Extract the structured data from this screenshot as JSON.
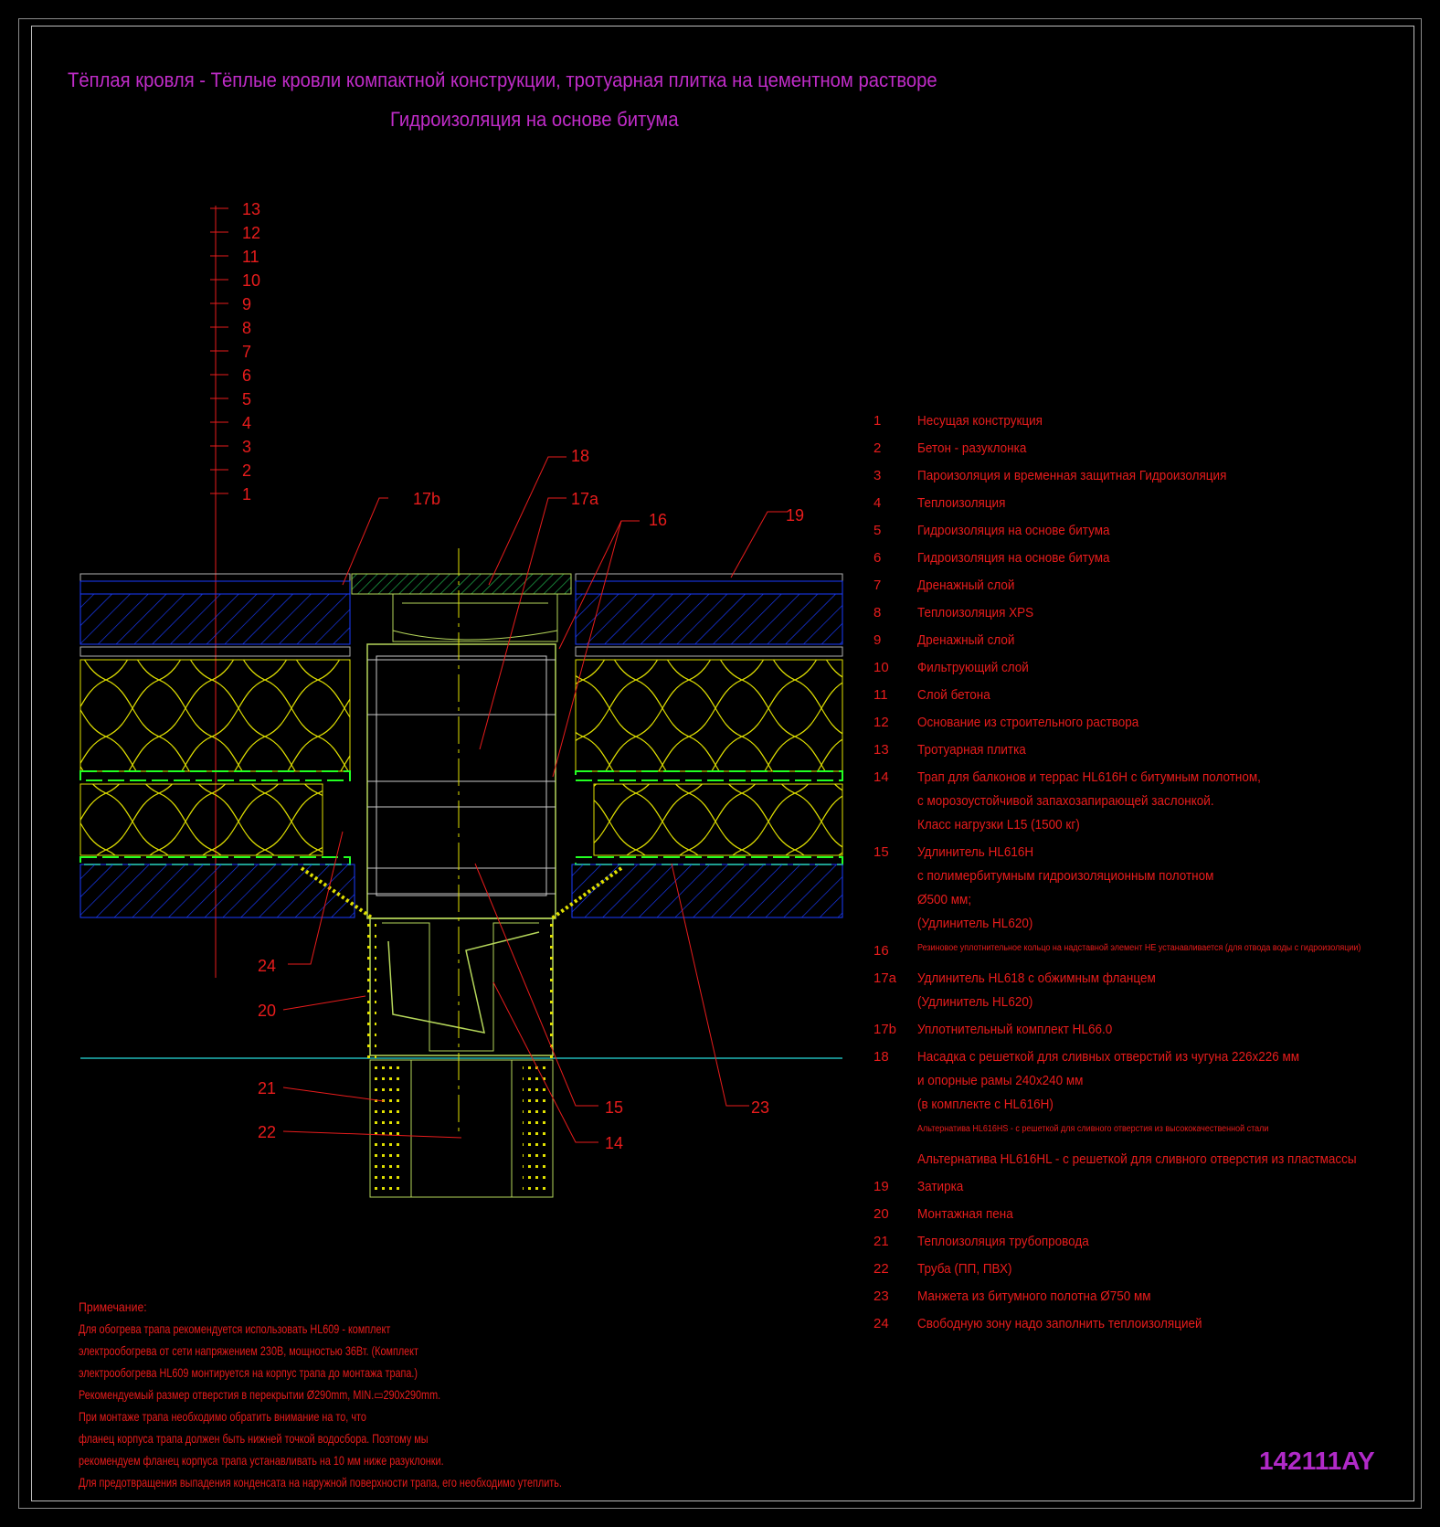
{
  "title_line1": "Тёплая кровля - Тёплые кровли компактной конструкции, тротуарная плитка на цементном растворе",
  "title_line2": "Гидроизоляция на основе битума",
  "drawing_code": "142111AY",
  "colors": {
    "title": "#c02cc8",
    "text": "#e81c1c",
    "insulation": "#e0e000",
    "concrete": "#1a3cff",
    "membrane": "#22ff22",
    "drain": "#b5d65a"
  },
  "layer_scale_labels": [
    "13",
    "12",
    "11",
    "10",
    "9",
    "8",
    "7",
    "6",
    "5",
    "4",
    "3",
    "2",
    "1"
  ],
  "callouts": [
    "18",
    "17b",
    "17a",
    "16",
    "19",
    "24",
    "20",
    "21",
    "22",
    "15",
    "14",
    "23"
  ],
  "legend": [
    {
      "n": "1",
      "lines": [
        "Несущая конструкция"
      ]
    },
    {
      "n": "2",
      "lines": [
        "Бетон - разуклонка"
      ]
    },
    {
      "n": "3",
      "lines": [
        "Пароизоляция и временная защитная Гидроизоляция"
      ]
    },
    {
      "n": "4",
      "lines": [
        "Теплоизоляция"
      ]
    },
    {
      "n": "5",
      "lines": [
        "Гидроизоляция на основе битума"
      ]
    },
    {
      "n": "6",
      "lines": [
        "Гидроизоляция на основе битума"
      ]
    },
    {
      "n": "7",
      "lines": [
        "Дренажный слой"
      ]
    },
    {
      "n": "8",
      "lines": [
        "Теплоизоляция XPS"
      ]
    },
    {
      "n": "9",
      "lines": [
        "Дренажный слой"
      ]
    },
    {
      "n": "10",
      "lines": [
        "Фильтрующий слой"
      ]
    },
    {
      "n": "11",
      "lines": [
        "Слой бетона"
      ]
    },
    {
      "n": "12",
      "lines": [
        "Основание из строительного раствора"
      ]
    },
    {
      "n": "13",
      "lines": [
        "Тротуарная плитка"
      ]
    },
    {
      "n": "14",
      "lines": [
        "Трап для балконов и террас HL616H с битумным полотном,",
        " с морозоустойчивой запахозапирающей заслонкой.",
        " Класс нагрузки L15 (1500 кг)"
      ]
    },
    {
      "n": "15",
      "lines": [
        " Удлинитель HL616H",
        "  с полимербитумным гидроизоляционным полотном",
        " Ø500 мм;",
        " (Удлинитель HL620)"
      ]
    },
    {
      "n": "16",
      "small": true,
      "lines": [
        "Резиновое уплотнительное кольцо на надставной элемент HE устанавливается (для отвода воды с гидроизоляции)"
      ]
    },
    {
      "n": "17a",
      "lines": [
        "Удлинитель HL618 с обжимным фланцем",
        "(Удлинитель HL620)"
      ]
    },
    {
      "n": "17b",
      "lines": [
        "Уплотнительный комплект HL66.0"
      ]
    },
    {
      "n": "18",
      "lines": [
        "Насадка с решеткой для сливных отверстий из чугуна 226x226 мм",
        "и опорные рамы 240x240 мм",
        "(в комплекте с HL616H)"
      ]
    },
    {
      "n": "",
      "small": true,
      "lines": [
        "Альтернатива HL616HS - с решеткой  для сливного отверстия из высококачественной стали"
      ]
    },
    {
      "n": "",
      "lines": [
        "Альтернатива HL616HL - с решеткой  для сливного отверстия из пластмассы"
      ]
    },
    {
      "n": "19",
      "lines": [
        "Затирка"
      ]
    },
    {
      "n": "20",
      "lines": [
        "Монтажная пена"
      ]
    },
    {
      "n": "21",
      "lines": [
        "Теплоизоляция трубопровода"
      ]
    },
    {
      "n": "22",
      "lines": [
        "Труба (ПП, ПВХ)"
      ]
    },
    {
      "n": "23",
      "lines": [
        "Манжета из битумного полотна Ø750 мм"
      ]
    },
    {
      "n": "24",
      "lines": [
        " Свободную зону надо заполнить теплоизоляцией"
      ]
    }
  ],
  "note": {
    "heading": "Примечание:",
    "lines": [
      "Для обогрева трапа рекомендуется использовать HL609 - комплект",
      "электрообогрева от сети напряжением 230В, мощностью 36Вт. (Комплект",
      "электрообогрева HL609 монтируется на корпус трапа до монтажа трапа.)",
      "Рекомендуемый размер отверстия в перекрытии Ø290mm, MIN.▭290x290mm.",
      "При монтаже трапа необходимо обратить внимание на то, что",
      "фланец корпуса трапа должен быть нижней точкой водосбора. Поэтому мы",
      "рекомендуем фланец корпуса трапа устанавливать на 10 мм ниже разуклонки.",
      "Для предотвращения выпадения конденсата на наружной поверхности трапа, его необходимо утеплить."
    ]
  }
}
